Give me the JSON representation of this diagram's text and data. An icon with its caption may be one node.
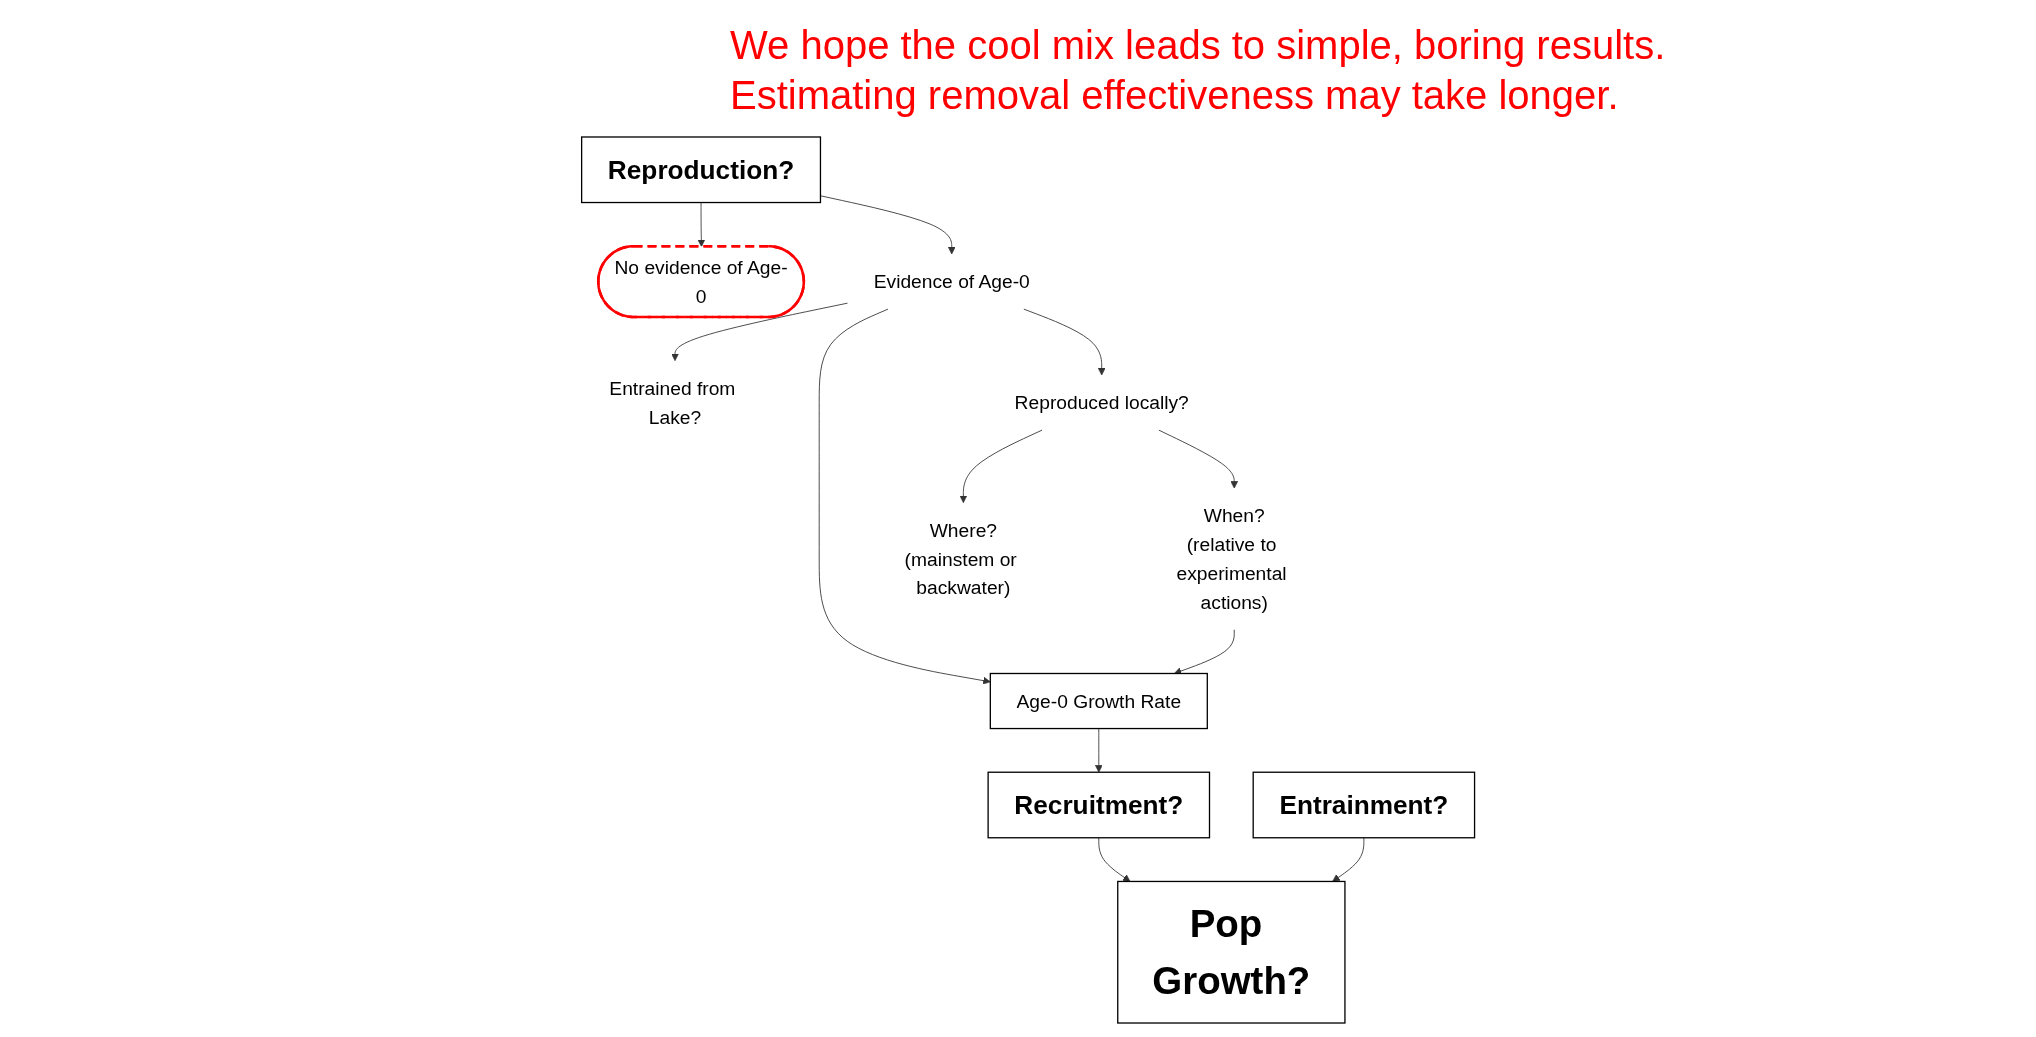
{
  "diagram": {
    "nodes": [
      {
        "text": [
          "Reproduction?"
        ]
      },
      {
        "text": [
          "No evidence of Age-0"
        ]
      },
      {
        "text": [
          "Evidence of Age-0"
        ]
      },
      {
        "text": [
          "Age-0 Growth Rate"
        ]
      },
      {
        "text": [
          "Recruitment?"
        ]
      },
      {
        "text": [
          "Pop Growth?"
        ]
      },
      {
        "text": [
          "Entrained from Lake?"
        ]
      },
      {
        "text": [
          "Reproduced locally?"
        ]
      },
      {
        "text": [
          "When?",
          "(relative to experimental actions)"
        ]
      },
      {
        "text": [
          "Where?",
          "(mainstem or backwater)"
        ]
      },
      {
        "text": [
          "Entrainment?"
        ]
      }
    ],
    "edges": [
      {
        "from": 0,
        "to": 1,
        "arrow": "to"
      },
      {
        "from": 0,
        "to": 2,
        "arrow": "to"
      },
      {
        "from": 2,
        "to": 3,
        "arrow": "to"
      },
      {
        "from": 3,
        "to": 4,
        "arrow": "to"
      },
      {
        "from": 4,
        "to": 5,
        "arrow": "to"
      },
      {
        "from": 2,
        "to": 6,
        "arrow": "to"
      },
      {
        "from": 2,
        "to": 7,
        "arrow": "to"
      },
      {
        "from": 7,
        "to": 8,
        "arrow": "to"
      },
      {
        "from": 8,
        "to": 3,
        "arrow": "to"
      },
      {
        "from": 7,
        "to": 9,
        "arrow": "to"
      },
      {
        "from": 10,
        "to": 5,
        "arrow": "to"
      }
    ],
    "labels": [
      "We hope the cool mix leads to simple, boring results.",
      "Estimating removal effectiveness may take longer."
    ]
  }
}
